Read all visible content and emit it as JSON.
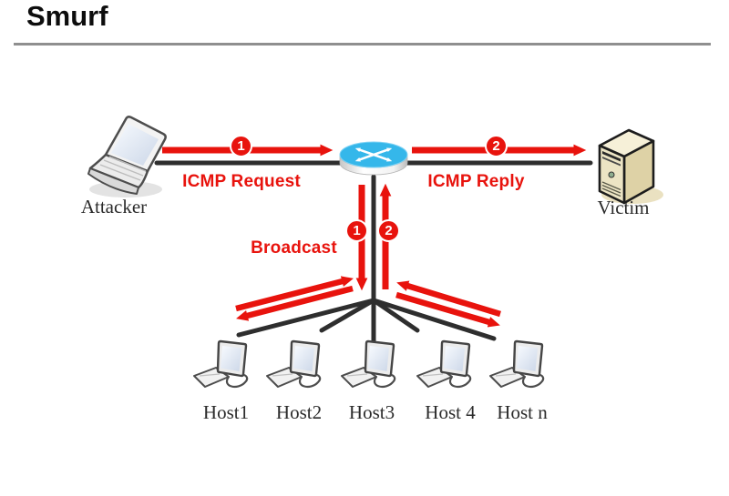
{
  "slide": {
    "title": "Smurf"
  },
  "colors": {
    "accent_red": "#e8130d",
    "line_dark": "#2e2e2e",
    "divider_gray": "#8f8f8f",
    "router_cyan": "#35b7ea",
    "server_beige": "#ece4c4"
  },
  "diagram": {
    "attacker": {
      "label": "Attacker",
      "icon": "laptop-icon"
    },
    "victim": {
      "label": "Victim",
      "icon": "server-tower-icon"
    },
    "router": {
      "icon": "router-icon"
    },
    "flows": {
      "request": {
        "step": "1",
        "label": "ICMP Request"
      },
      "reply": {
        "step": "2",
        "label": "ICMP Reply"
      },
      "broadcast": {
        "label": "Broadcast",
        "down_step": "1",
        "up_step": "2"
      }
    },
    "hosts": [
      {
        "label": "Host1"
      },
      {
        "label": "Host2"
      },
      {
        "label": "Host3"
      },
      {
        "label": "Host 4"
      },
      {
        "label": "Host n"
      }
    ]
  }
}
